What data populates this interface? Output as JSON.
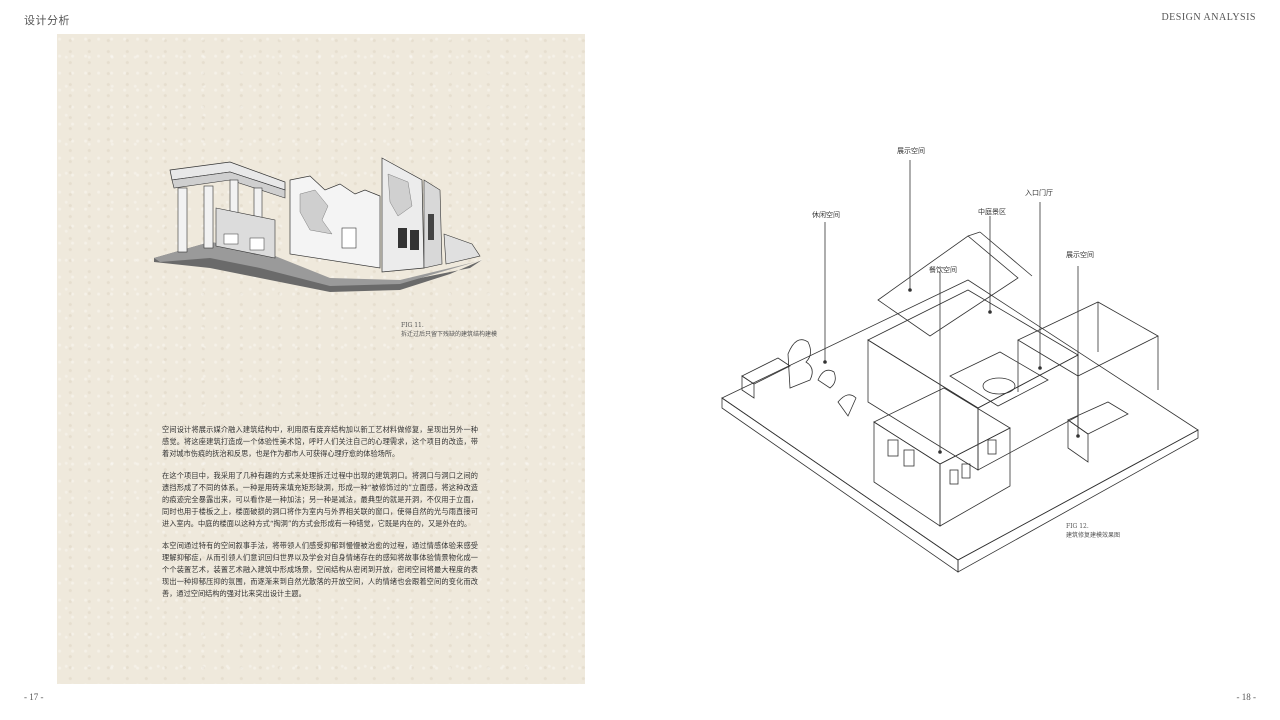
{
  "header": {
    "left_title": "设计分析",
    "right_title": "DESIGN ANALYSIS"
  },
  "footer": {
    "left_page": "- 17 -",
    "right_page": "- 18 -"
  },
  "fig11": {
    "label": "FIG 11.",
    "caption": "拆迁过后只留下残缺的建筑结构建模"
  },
  "body": {
    "paragraphs": [
      "空间设计将展示媒介融入建筑结构中，利用原有废弃结构加以新工艺材料做修复，呈现出另外一种感觉。将这座建筑打造成一个体验性美术馆，呼吁人们关注自己的心理需求，这个项目的改造，带着对城市伤痕的抚治和反思，也是作为都市人可获得心理疗愈的体验场所。",
      "在这个项目中，我采用了几种有趣的方式来处理拆迁过程中出现的建筑洞口。将洞口与洞口之间的遗挡形成了不同的体系。一种是用砖来填充矩形缺洞，形成一种“被修饰过的”立面感，将这种改造的痕迹完全暴露出来，可以看作是一种加法；另一种是减法，最典型的就是开洞，不仅用于立面，同时也用于楼板之上，楼面破损的洞口将作为室内与外界相关联的窗口，使得自然的光与雨直接可进入室内。中庭的楼面以这种方式“掏洞”的方式会形成有一种错觉，它既是内在的，又是外在的。",
      "本空间通过特有的空间叙事手法，将带领人们感受抑郁到慢慢被治愈的过程，通过情感体验来感受理解抑郁症，从而引领人们意识回归世界以及学会对自身情绪存在的感知将故事体验情景物化成一个个装置艺术，装置艺术融入建筑中形成场景，空间结构从密闭到开放，密闭空间将最大程度的表现出一种抑郁压抑的氛围，而逐渐来到自然光散落的开放空间，人的情绪也会跟着空间的变化而改善，通过空间结构的强对比来突出设计主题。"
    ]
  },
  "fig12": {
    "label": "FIG 12.",
    "caption": "建筑修复建模效果图",
    "labels": {
      "exhibit_top": "展示空间",
      "leisure": "休闲空间",
      "courtyard": "中庭景区",
      "entrance": "入口门厅",
      "exhibit_right": "展示空间",
      "dining": "餐饮空间"
    }
  }
}
